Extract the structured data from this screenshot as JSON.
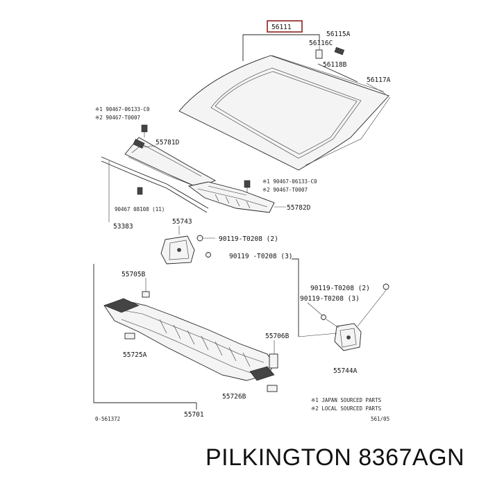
{
  "labels": {
    "main_glass": "56111",
    "l_56115A": "56115A",
    "l_56116C": "56116C",
    "l_56118B": "56118B",
    "l_56117A": "56117A",
    "ref1a": "※1 90467-06133-C0",
    "ref1b": "※2 90467-T0007",
    "l_55781D": "55781D",
    "ref2a": "※1 90467-06133-C0",
    "ref2b": "※2 90467-T0007",
    "l_55782D": "55782D",
    "l_90467": "90467  08108 (11)",
    "l_53383": "53383",
    "l_55743": "55743",
    "l_90119a": "90119-T0208 (2)",
    "l_90119b": "90119 -T0208 (3)",
    "l_55705B": "55705B",
    "l_90119c": "90119-T0208 (2)",
    "l_90119d": "90119-T0208 (3)",
    "l_55706B": "55706B",
    "l_55725A": "55725A",
    "l_55744A": "55744A",
    "l_55726B": "55726B",
    "l_55701": "55701",
    "legend1": "※1  JAPAN SOURCED PARTS",
    "legend2": "※2  LOCAL SOURCED PARTS",
    "figure_code": "0-561372",
    "page_ref": "561/05"
  },
  "brand_caption": "PILKINGTON 8367AGN"
}
